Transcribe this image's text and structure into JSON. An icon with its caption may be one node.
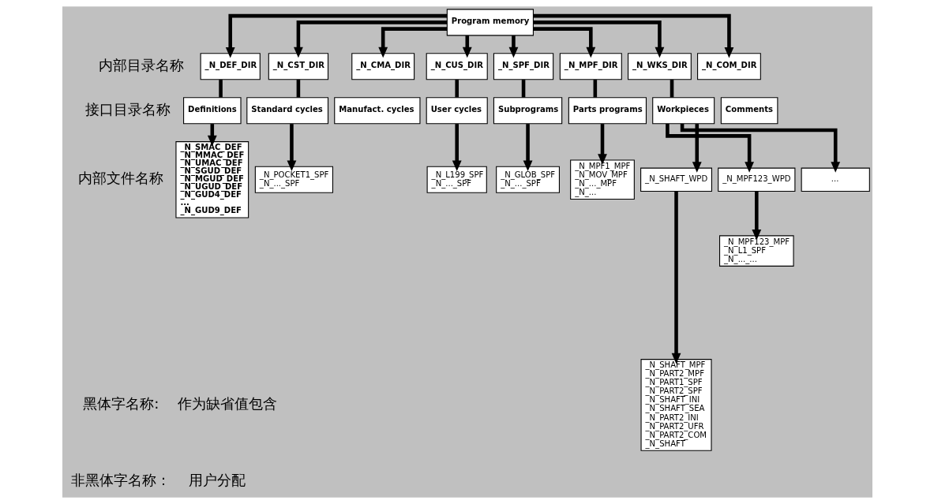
{
  "diagram": {
    "nodes": [
      {
        "text": [
          "Program memory"
        ]
      },
      {
        "text": [
          "_N_DEF_DIR"
        ]
      },
      {
        "text": [
          "_N_CST_DIR"
        ]
      },
      {
        "text": [
          "_N_CMA_DIR"
        ]
      },
      {
        "text": [
          "_N_CUS_DIR"
        ]
      },
      {
        "text": [
          "_N_SPF_DIR"
        ]
      },
      {
        "text": [
          "_N_MPF_DIR"
        ]
      },
      {
        "text": [
          "_N_WKS_DIR"
        ]
      },
      {
        "text": [
          "_N_COM_DIR"
        ]
      },
      {
        "text": [
          "Definitions"
        ]
      },
      {
        "text": [
          "Standard cycles"
        ]
      },
      {
        "text": [
          "Manufact. cycles"
        ]
      },
      {
        "text": [
          "User cycles"
        ]
      },
      {
        "text": [
          "Subprograms"
        ]
      },
      {
        "text": [
          "Parts programs"
        ]
      },
      {
        "text": [
          "Workpieces"
        ]
      },
      {
        "text": [
          "Comments"
        ]
      },
      {
        "text": [
          "_N_SMAC_DEF",
          "_N_MMAC_DEF",
          "_N_UMAC_DEF",
          "_N_SGUD_DEF",
          "_N_MGUD_DEF",
          "_N_UGUD_DEF",
          "_N_GUD4_DEF",
          "...",
          "_N_GUD9_DEF"
        ]
      },
      {
        "text": [
          "_N_POCKET1_SPF",
          "_N_..._SPF"
        ]
      },
      {
        "text": [
          "_N_L199_SPF",
          "_N_..._SPF"
        ]
      },
      {
        "text": [
          "_N_GLOB_SPF",
          "_N_..._SPF"
        ]
      },
      {
        "text": [
          "_N_MPF1_MPF",
          "_N_MOV_MPF",
          "_N_..._MPF",
          "_N_..."
        ]
      },
      {
        "text": [
          "_N_SHAFT_WPD"
        ]
      },
      {
        "text": [
          "_N_MPF123_WPD"
        ]
      },
      {
        "text": [
          "..."
        ]
      },
      {
        "text": [
          "_N_SHAFT_MPF",
          "_N_PART2_MPF",
          "_N_PART1_SPF",
          "_N_PART2_SPF",
          "_N_SHAFT_INI",
          "_N_SHAFT_SEA",
          "_N_PART2_INI",
          "_N_PART2_UFR",
          "_N_PART2_COM",
          "_N_SHAFT"
        ]
      },
      {
        "text": [
          "_N_MPF123_MPF",
          "_N_L1_SPF",
          "_N_..._..."
        ]
      }
    ],
    "edges": [
      {
        "from": 0,
        "to": 1,
        "arrow": "to"
      },
      {
        "from": 0,
        "to": 2,
        "arrow": "to"
      },
      {
        "from": 0,
        "to": 3,
        "arrow": "to"
      },
      {
        "from": 0,
        "to": 4,
        "arrow": "to"
      },
      {
        "from": 0,
        "to": 5,
        "arrow": "to"
      },
      {
        "from": 0,
        "to": 6,
        "arrow": "to"
      },
      {
        "from": 0,
        "to": 7,
        "arrow": "to"
      },
      {
        "from": 0,
        "to": 8,
        "arrow": "to"
      },
      {
        "from": 1,
        "to": 9,
        "arrow": "none"
      },
      {
        "from": 2,
        "to": 10,
        "arrow": "none"
      },
      {
        "from": 4,
        "to": 12,
        "arrow": "none"
      },
      {
        "from": 5,
        "to": 13,
        "arrow": "none"
      },
      {
        "from": 6,
        "to": 14,
        "arrow": "none"
      },
      {
        "from": 7,
        "to": 15,
        "arrow": "none"
      },
      {
        "from": 9,
        "to": 17,
        "arrow": "to"
      },
      {
        "from": 10,
        "to": 18,
        "arrow": "to"
      },
      {
        "from": 12,
        "to": 19,
        "arrow": "to"
      },
      {
        "from": 13,
        "to": 20,
        "arrow": "to"
      },
      {
        "from": 14,
        "to": 21,
        "arrow": "to"
      },
      {
        "from": 15,
        "to": 22,
        "arrow": "to"
      },
      {
        "from": 15,
        "to": 23,
        "arrow": "to"
      },
      {
        "from": 15,
        "to": 24,
        "arrow": "to"
      },
      {
        "from": 22,
        "to": 25,
        "arrow": "to"
      },
      {
        "from": 23,
        "to": 26,
        "arrow": "to"
      }
    ],
    "labels": [
      "内部目录名称",
      "接口目录名称",
      "内部文件名称",
      "黑体字名称:",
      "作为缺省值包含",
      "非黑体字名称：",
      "用户分配"
    ]
  }
}
